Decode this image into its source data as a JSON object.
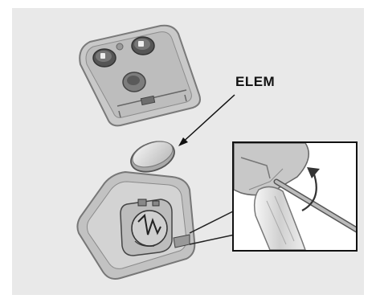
{
  "diagram": {
    "callout_label": "ELEM",
    "components": {
      "keypad": "remote-keypad-rubber",
      "battery": "coin-cell-battery",
      "base": "remote-base-housing",
      "detail": "screwdriver-pry-detail"
    }
  }
}
